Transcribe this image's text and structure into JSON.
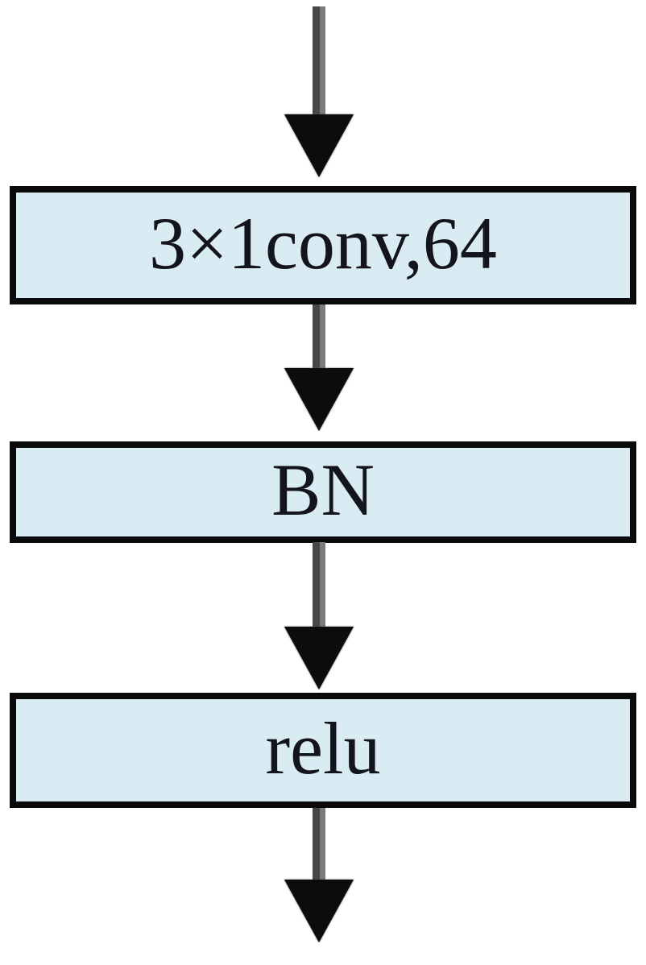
{
  "diagram": {
    "title": "conv-bn-relu-block",
    "nodes": [
      {
        "id": "conv",
        "label": "3×1conv,64"
      },
      {
        "id": "bn",
        "label": "BN"
      },
      {
        "id": "relu",
        "label": "relu"
      }
    ],
    "arrows": [
      {
        "from": "input",
        "to": "conv"
      },
      {
        "from": "conv",
        "to": "bn"
      },
      {
        "from": "bn",
        "to": "relu"
      },
      {
        "from": "relu",
        "to": "output"
      }
    ],
    "colors": {
      "background": "#ffffff",
      "node_fill": "#d9ebf3",
      "node_border": "#0a0a0a",
      "text": "#14141c",
      "arrow_shaft_dark": "#474747",
      "arrow_shaft_light": "#7b7b7b",
      "arrow_head": "#0c0c0c"
    }
  }
}
